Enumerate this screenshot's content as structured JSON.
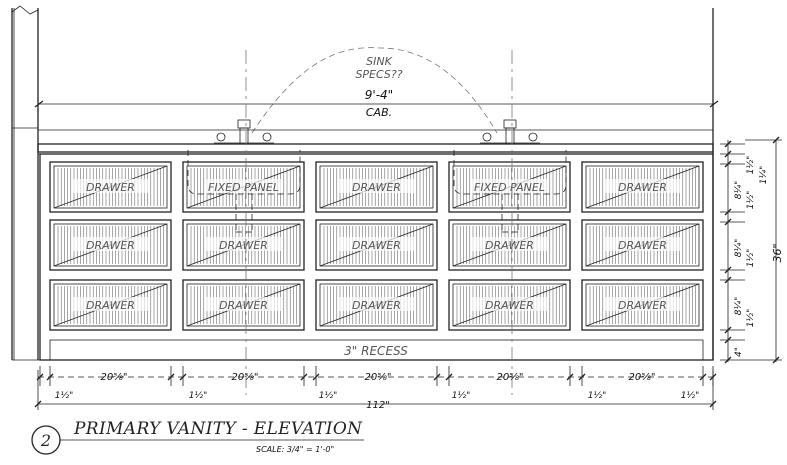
{
  "note": {
    "line1": "SINK",
    "line2": "SPECS??"
  },
  "cabinet": {
    "width": "9'-4\"",
    "label": "CAB."
  },
  "drawer_label": "DRAWER",
  "fixed_panel_label": "FIXED PANEL",
  "recess_label": "3\" RECESS",
  "rows": [
    [
      "DRAWER",
      "FIXED PANEL",
      "DRAWER",
      "FIXED PANEL",
      "DRAWER"
    ],
    [
      "DRAWER",
      "DRAWER",
      "DRAWER",
      "DRAWER",
      "DRAWER"
    ],
    [
      "DRAWER",
      "DRAWER",
      "DRAWER",
      "DRAWER",
      "DRAWER"
    ]
  ],
  "bottom_dims": {
    "widths": [
      "20⅝\"",
      "20⅝\"",
      "20⅝\"",
      "20⅝\"",
      "20⅝\""
    ],
    "gaps": [
      "1½\"",
      "1½\"",
      "1½\"",
      "1½\"",
      "1½\"",
      "1½\""
    ],
    "total": "112\""
  },
  "right_dims": {
    "top_a": "1½\"",
    "top_b": "1¼\"",
    "row_heights": [
      "8¼\"",
      "8¼\"",
      "8¼\""
    ],
    "row_gaps": [
      "1½\"",
      "1½\"",
      "1½\""
    ],
    "recess": "4\"",
    "total": "36\""
  },
  "title": {
    "number": "2",
    "text": "PRIMARY VANITY - ELEVATION",
    "scale": "SCALE: 3/4\" = 1'-0\""
  }
}
